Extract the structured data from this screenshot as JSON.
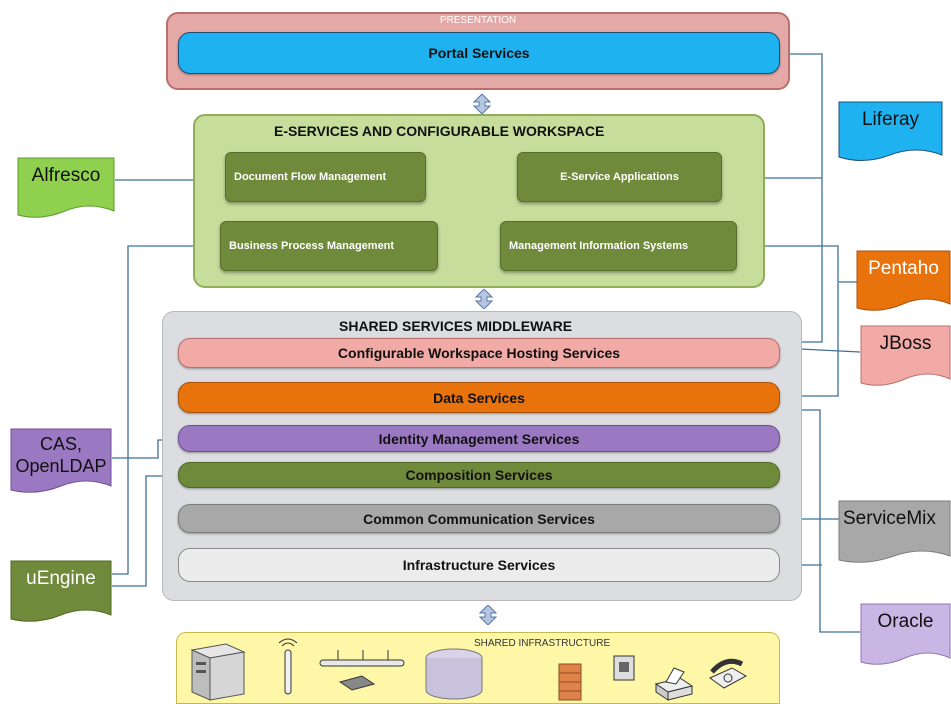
{
  "presentation": {
    "title": "PRESENTATION",
    "portal": "Portal Services"
  },
  "eservices": {
    "title": "E-SERVICES AND CONFIGURABLE WORKSPACE",
    "boxes": [
      "Document Flow Management",
      "E-Service Applications",
      "Business Process Management",
      "Management Information Systems"
    ]
  },
  "middleware": {
    "title": "SHARED SERVICES MIDDLEWARE",
    "bars": [
      "Configurable Workspace Hosting Services",
      "Data Services",
      "Identity Management Services",
      "Composition Services",
      "Common Communication Services",
      "Infrastructure Services"
    ]
  },
  "infrastructure": {
    "title": "SHARED INFRASTRUCTURE"
  },
  "products": {
    "liferay": "Liferay",
    "alfresco": "Alfresco",
    "pentaho": "Pentaho",
    "jboss": "JBoss",
    "cas": "CAS,\nOpenLDAP",
    "servicemix": "ServiceMix",
    "uengine": "uEngine",
    "oracle": "Oracle"
  },
  "colors": {
    "presentation_layer": "#e4a9a6",
    "portal": "#1eb3f0",
    "eservices_layer": "#c6dd9c",
    "green_box": "#6f8a3a",
    "middleware_layer": "#dcdde0",
    "pink_bar": "#f1aaa6",
    "orange_bar": "#e8720c",
    "purple_bar": "#9b79c2",
    "gray_bar": "#a8a8a8",
    "infra_bar": "#ececec",
    "infra_layer": "#fff7a8",
    "connector": "#3a6f96"
  }
}
